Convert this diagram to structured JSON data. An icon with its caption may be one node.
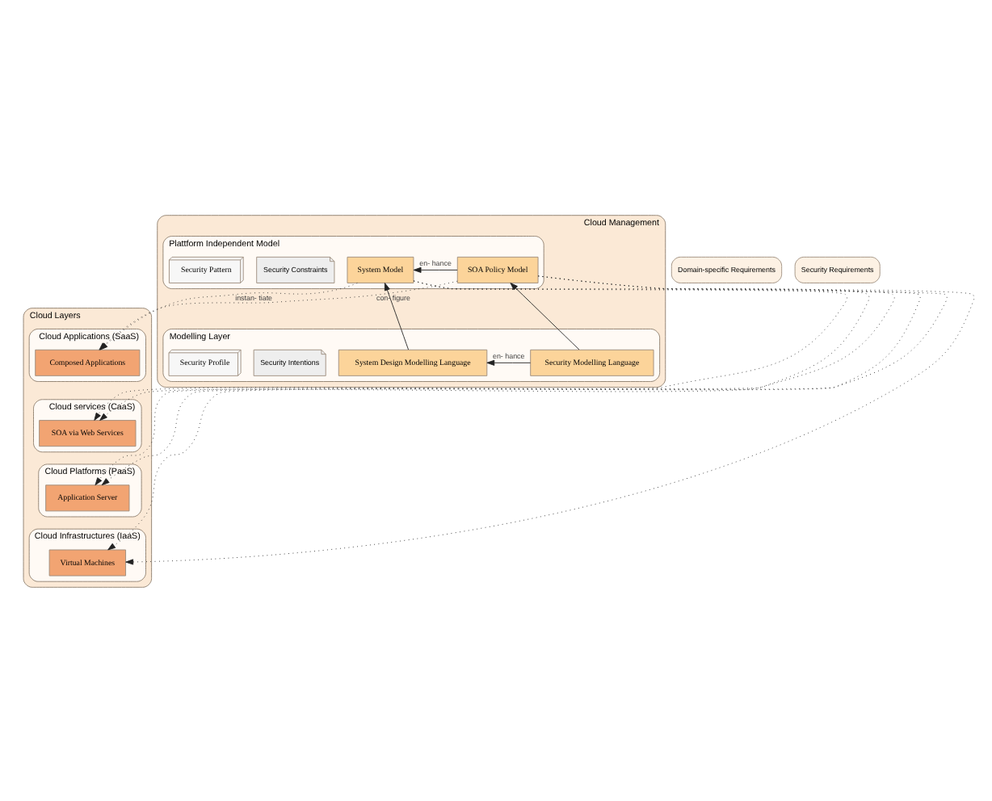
{
  "diagram": {
    "nodes": [
      {
        "text": [
          "Cloud Management"
        ]
      },
      {
        "text": [
          "Domain-specific Requirements"
        ]
      },
      {
        "text": [
          "Security Requirements"
        ]
      },
      {
        "text": [
          "Modelling Layer"
        ],
        "in": 0
      },
      {
        "text": [
          "System Design Modelling Language"
        ],
        "in": 3
      },
      {
        "text": [
          "Security Modelling Language"
        ],
        "in": 3
      },
      {
        "text": [
          "Security Intentions"
        ],
        "in": 3
      },
      {
        "text": [
          "Security Profile"
        ],
        "in": 3
      },
      {
        "text": [
          "Plattform Independent Model"
        ],
        "in": 0
      },
      {
        "text": [
          "System Model"
        ],
        "in": 8
      },
      {
        "text": [
          "SOA Policy Model"
        ],
        "in": 8
      },
      {
        "text": [
          "Security Constraints"
        ],
        "in": 8
      },
      {
        "text": [
          "Security Pattern"
        ],
        "in": 8
      },
      {
        "text": [
          "Cloud Layers"
        ]
      },
      {
        "text": [
          "Cloud Applications (SaaS)"
        ],
        "in": 13
      },
      {
        "text": [
          "Composed Applications"
        ],
        "in": 14
      },
      {
        "text": [
          "Cloud services (CaaS)"
        ],
        "in": 13
      },
      {
        "text": [
          "SOA via Web Services"
        ],
        "in": 16
      },
      {
        "text": [
          "Cloud Platforms (PaaS)"
        ],
        "in": 13
      },
      {
        "text": [
          "Application Server"
        ],
        "in": 18
      },
      {
        "text": [
          "Cloud Infrastructures (IaaS)"
        ],
        "in": 13
      },
      {
        "text": [
          "Virtual Machines"
        ],
        "in": 20
      }
    ],
    "edges": [
      {
        "from": 5,
        "to": 4,
        "arrow": "to",
        "label": "en- hance"
      },
      {
        "from": 4,
        "to": 9,
        "arrow": "to"
      },
      {
        "from": 5,
        "to": 10,
        "arrow": "to"
      },
      {
        "from": 10,
        "to": 9,
        "arrow": "to",
        "label": "en- hance"
      },
      {
        "from": 9,
        "to": 15,
        "arrow": "to",
        "style": "dashed",
        "label": "instan- tiate"
      },
      {
        "from": 9,
        "to": 17,
        "arrow": "to",
        "style": "dashed"
      },
      {
        "from": 9,
        "to": 19,
        "arrow": "to",
        "style": "dashed"
      },
      {
        "from": 9,
        "to": 21,
        "arrow": "to",
        "style": "dashed"
      },
      {
        "from": 10,
        "to": 15,
        "arrow": "to",
        "style": "dashed",
        "label": "con- figure"
      },
      {
        "from": 10,
        "to": 17,
        "arrow": "to",
        "style": "dashed"
      },
      {
        "from": 10,
        "to": 19,
        "arrow": "to",
        "style": "dashed"
      },
      {
        "from": 10,
        "to": 21,
        "arrow": "to",
        "style": "dashed"
      }
    ]
  }
}
